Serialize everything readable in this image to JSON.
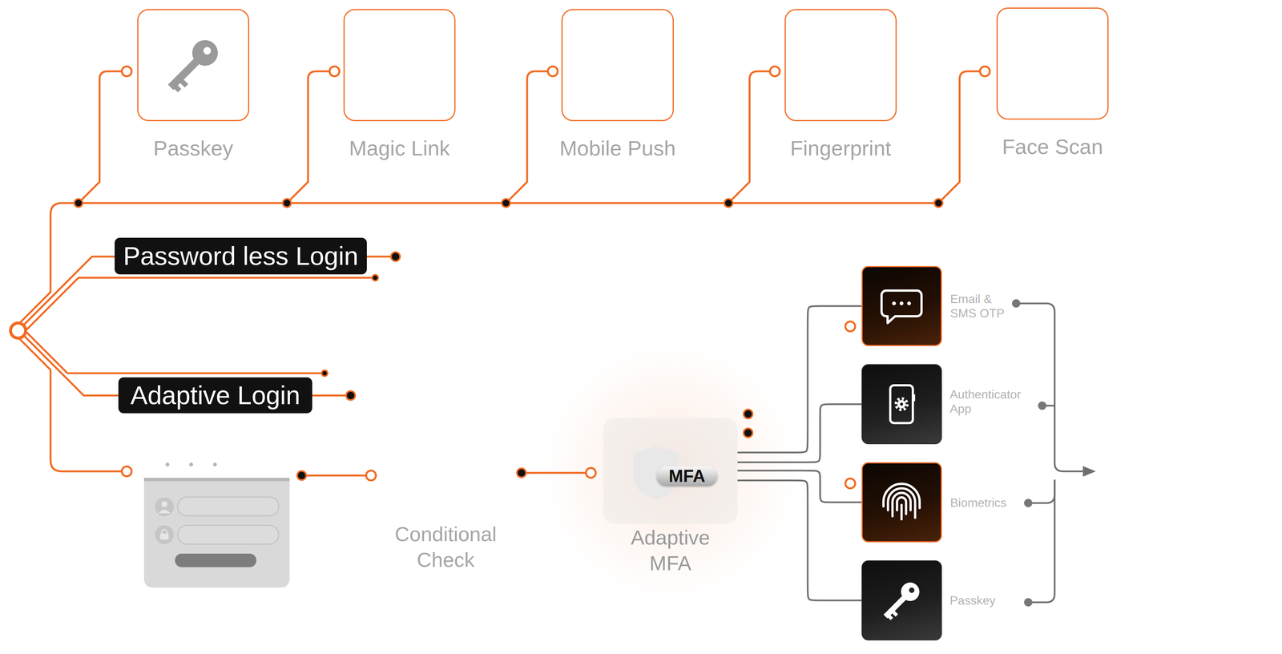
{
  "diagram": {
    "nodes": [
      {
        "text": [
          "Passkey"
        ]
      },
      {
        "text": [
          "Magic Link"
        ]
      },
      {
        "text": [
          "Mobile Push"
        ]
      },
      {
        "text": [
          "Fingerprint"
        ]
      },
      {
        "text": [
          "Face Scan"
        ]
      },
      {
        "text": [
          "Password less Login"
        ]
      },
      {
        "text": [
          "Adaptive Login"
        ]
      },
      {
        "text": [
          "Adaptive MFA"
        ]
      },
      {
        "text": [
          "MFA"
        ],
        "in": 7
      },
      {
        "text": [
          "Email & SMS OTP"
        ]
      },
      {
        "text": [
          "Authenticator App"
        ]
      },
      {
        "text": [
          "Biometrics"
        ]
      },
      {
        "text": [
          "Passkey"
        ]
      }
    ],
    "edges": [
      {
        "from": 7,
        "to": 9,
        "arrow": "none"
      },
      {
        "from": 7,
        "to": 10,
        "arrow": "none"
      },
      {
        "from": 7,
        "to": 11,
        "arrow": "none"
      },
      {
        "from": 7,
        "to": 12,
        "arrow": "none"
      }
    ],
    "labels": [
      "Conditional Check"
    ]
  }
}
